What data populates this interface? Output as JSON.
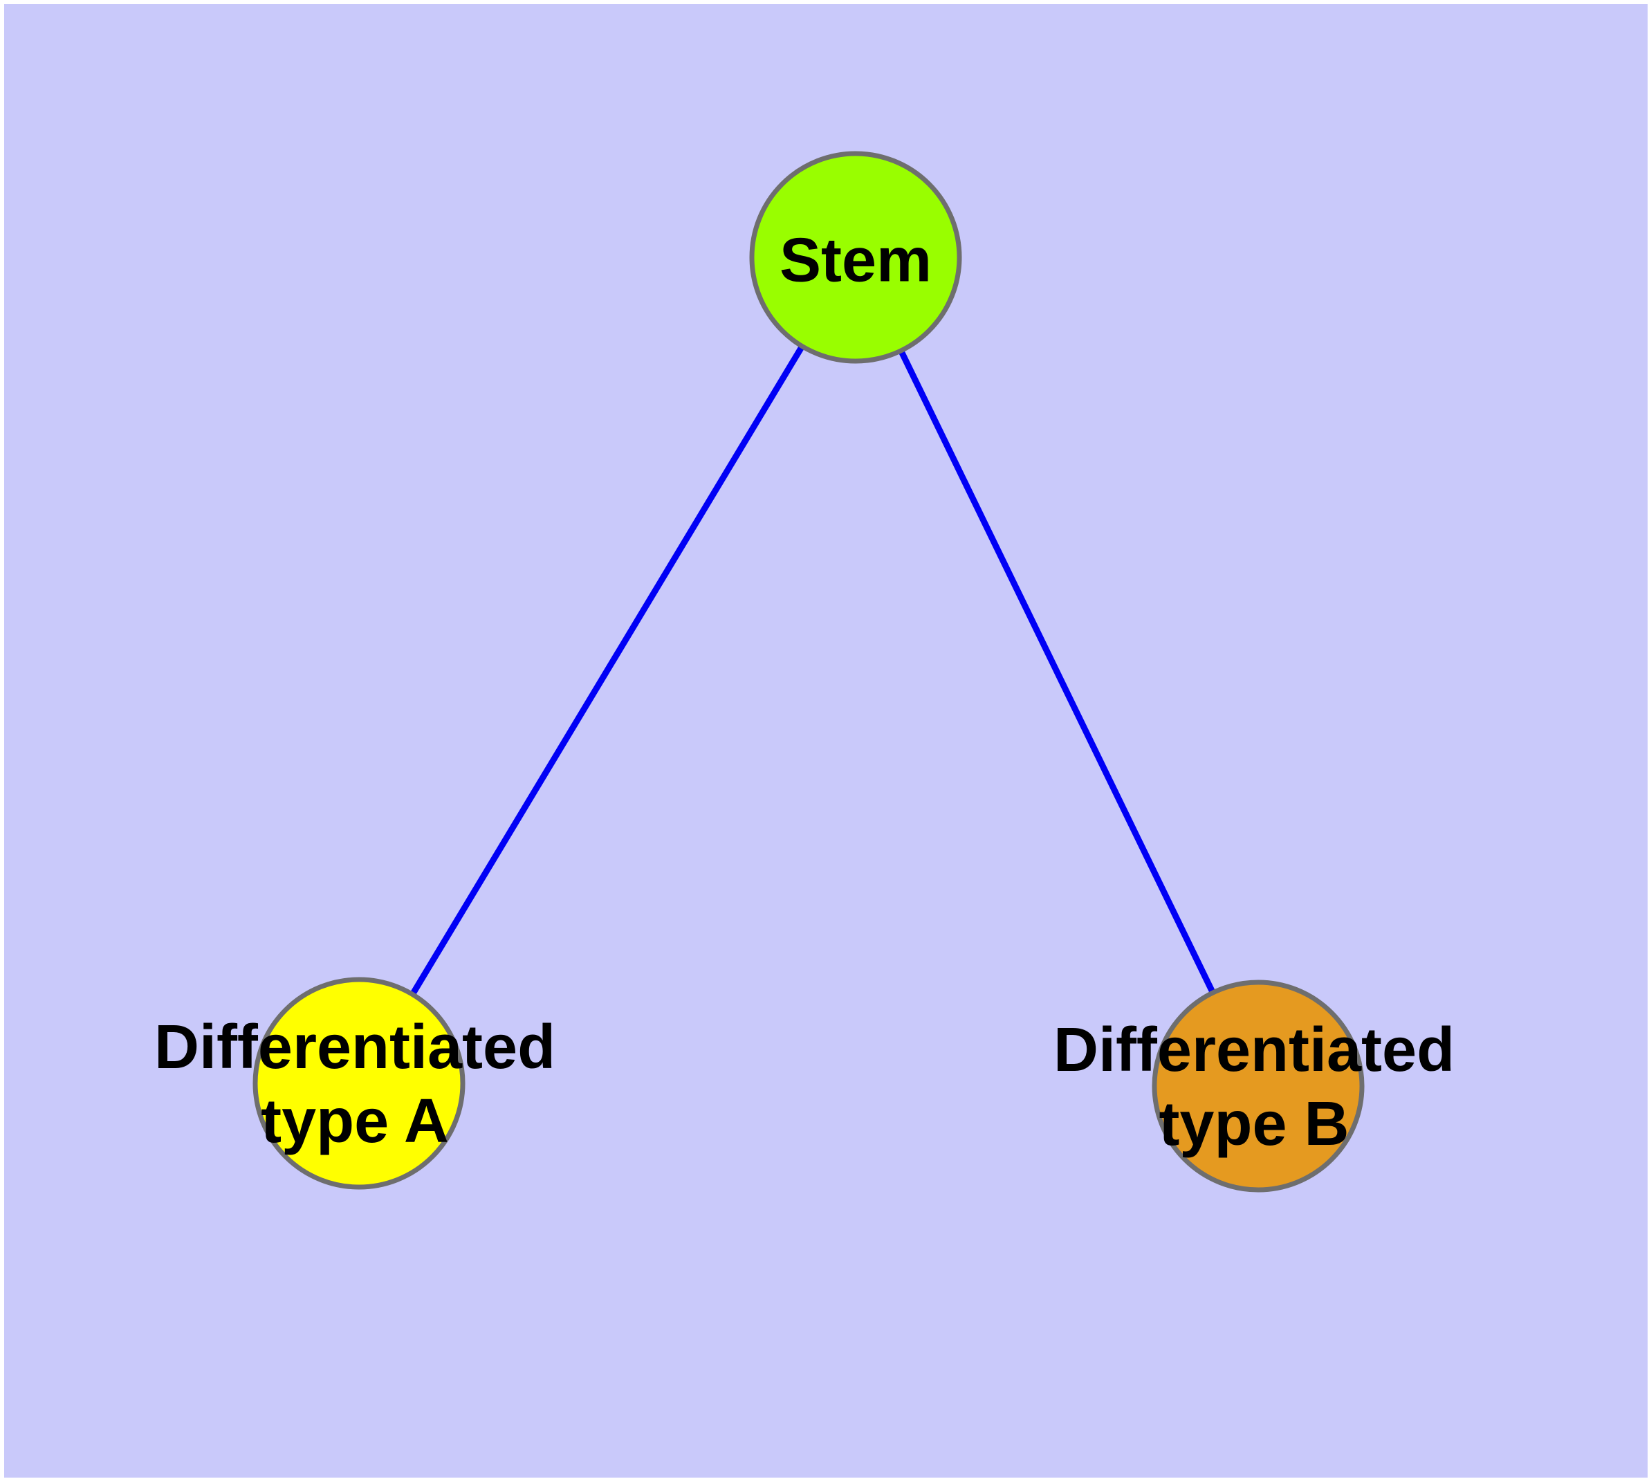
{
  "diagram": {
    "type": "node-link-graph",
    "background_color": "#C9C9FA",
    "frame_color": "#FFFFFF",
    "edge_color": "#0000F5",
    "node_border_color": "#6E6E6E",
    "label_text_color": "#000000",
    "nodes": [
      {
        "id": "stem",
        "label": "Stem",
        "color": "#99FE00"
      },
      {
        "id": "differentiated-type-a",
        "label": "Differentiated\ntype A",
        "color": "#FFFF00"
      },
      {
        "id": "differentiated-type-b",
        "label": "Differentiated\ntype B",
        "color": "#E59A20"
      }
    ],
    "edges": [
      {
        "from": "stem",
        "to": "differentiated-type-a"
      },
      {
        "from": "stem",
        "to": "differentiated-type-b"
      }
    ]
  }
}
